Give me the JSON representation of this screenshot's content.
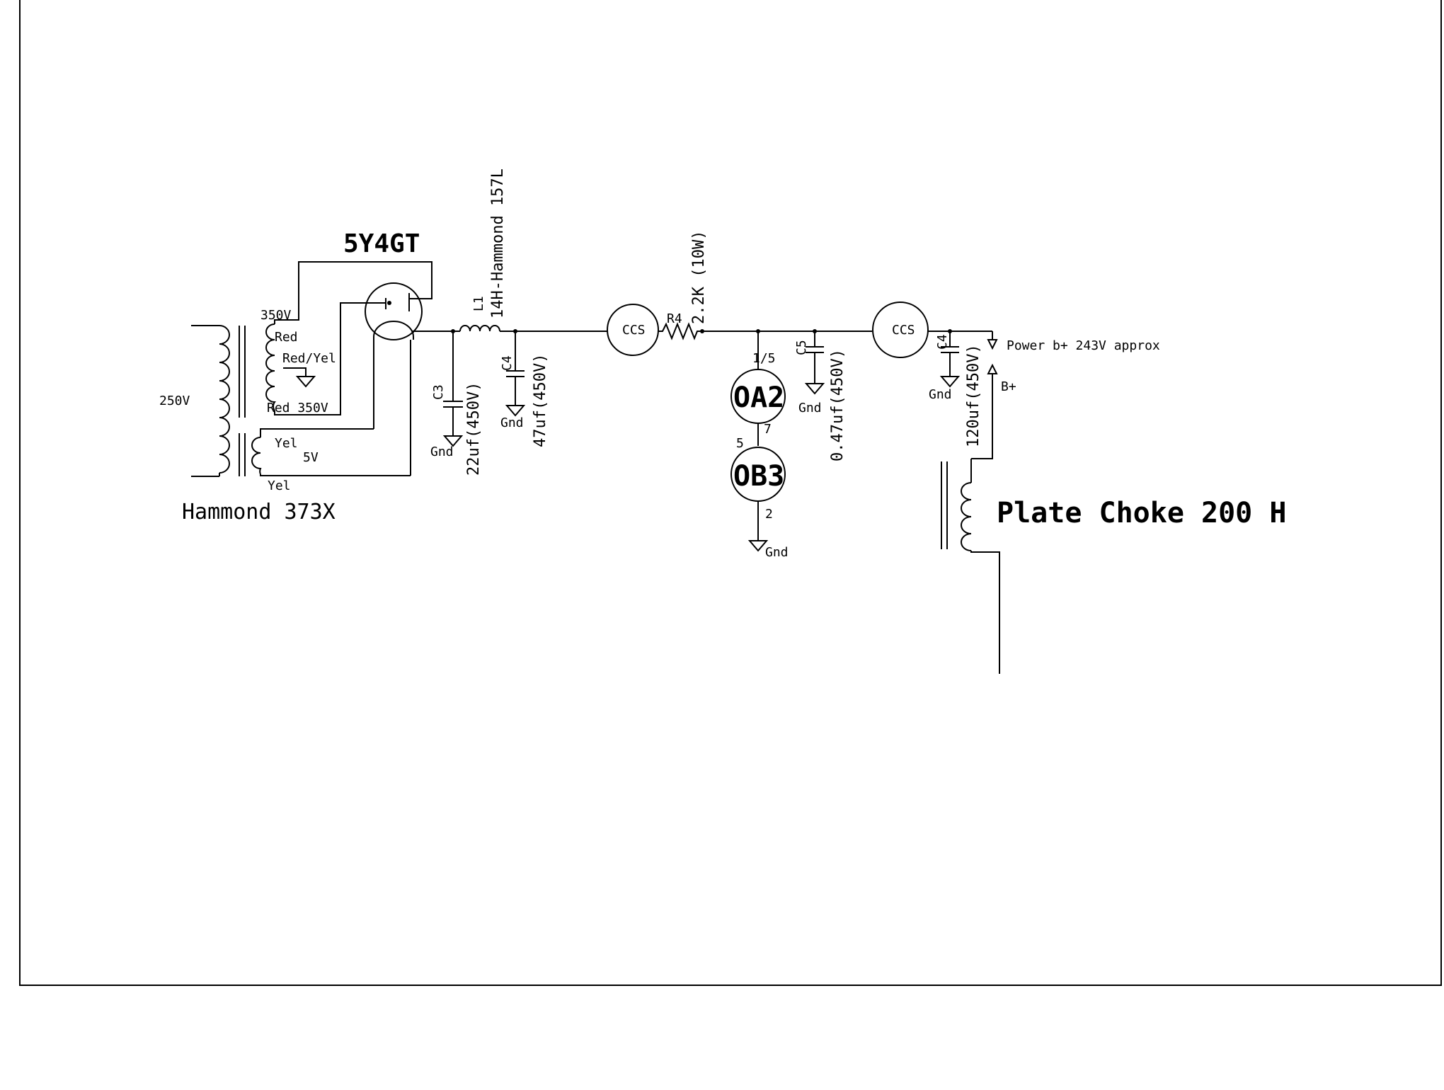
{
  "rectifier": {
    "name": "5Y4GT"
  },
  "power_transformer": {
    "name": "Hammond 373X",
    "primary_voltage": "250V",
    "hv_top": "350V",
    "red": "Red",
    "center_tap": "Red/Yel",
    "hv_bottom": "Red  350V",
    "fil_top": "Yel",
    "fil_voltage": "5V",
    "fil_bottom": "Yel"
  },
  "choke_l1": {
    "ref": "L1",
    "value": "14H-Hammond 157L"
  },
  "cap_c3": {
    "ref": "C3",
    "value": "22uf(450V)",
    "gnd": "Gnd"
  },
  "cap_c4a": {
    "ref": "C4",
    "value": "47uf(450V)",
    "gnd": "Gnd"
  },
  "ccs1": {
    "label": "CCS"
  },
  "resistor_r4": {
    "ref": "R4",
    "value": "2.2K (10W)"
  },
  "tube_oa2": {
    "name": "OA2",
    "pin_top": "1/5",
    "pin_bottom": "7"
  },
  "tube_ob3": {
    "name": "OB3",
    "pin_top": "5",
    "pin_bottom": "2",
    "gnd": "Gnd"
  },
  "cap_c5": {
    "ref": "C5",
    "value": "0.47uf(450V)",
    "gnd": "Gnd"
  },
  "ccs2": {
    "label": "CCS"
  },
  "cap_c4b": {
    "ref": "C4",
    "value": "120uf(450V)",
    "gnd": "Gnd"
  },
  "output": {
    "label": "Power b+ 243V approx"
  },
  "bplus": {
    "label": "B+"
  },
  "plate_choke": {
    "label": "Plate Choke 200 H"
  }
}
